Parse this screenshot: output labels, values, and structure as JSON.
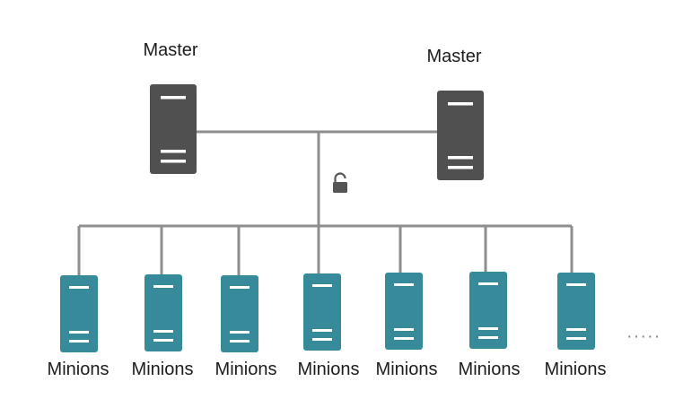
{
  "masters": [
    {
      "label": "Master"
    },
    {
      "label": "Master"
    }
  ],
  "minions": [
    {
      "label": "Minions"
    },
    {
      "label": "Minions"
    },
    {
      "label": "Minions"
    },
    {
      "label": "Minions"
    },
    {
      "label": "Minions"
    },
    {
      "label": "Minions"
    },
    {
      "label": "Minions"
    }
  ],
  "more_indicator": "·····",
  "icons": {
    "master": "server-icon",
    "minion": "server-icon",
    "lock": "lock-icon"
  },
  "colors": {
    "master_fill": "#505050",
    "minion_fill": "#378a9a",
    "line": "#8e8e8e",
    "lock": "#555555"
  }
}
